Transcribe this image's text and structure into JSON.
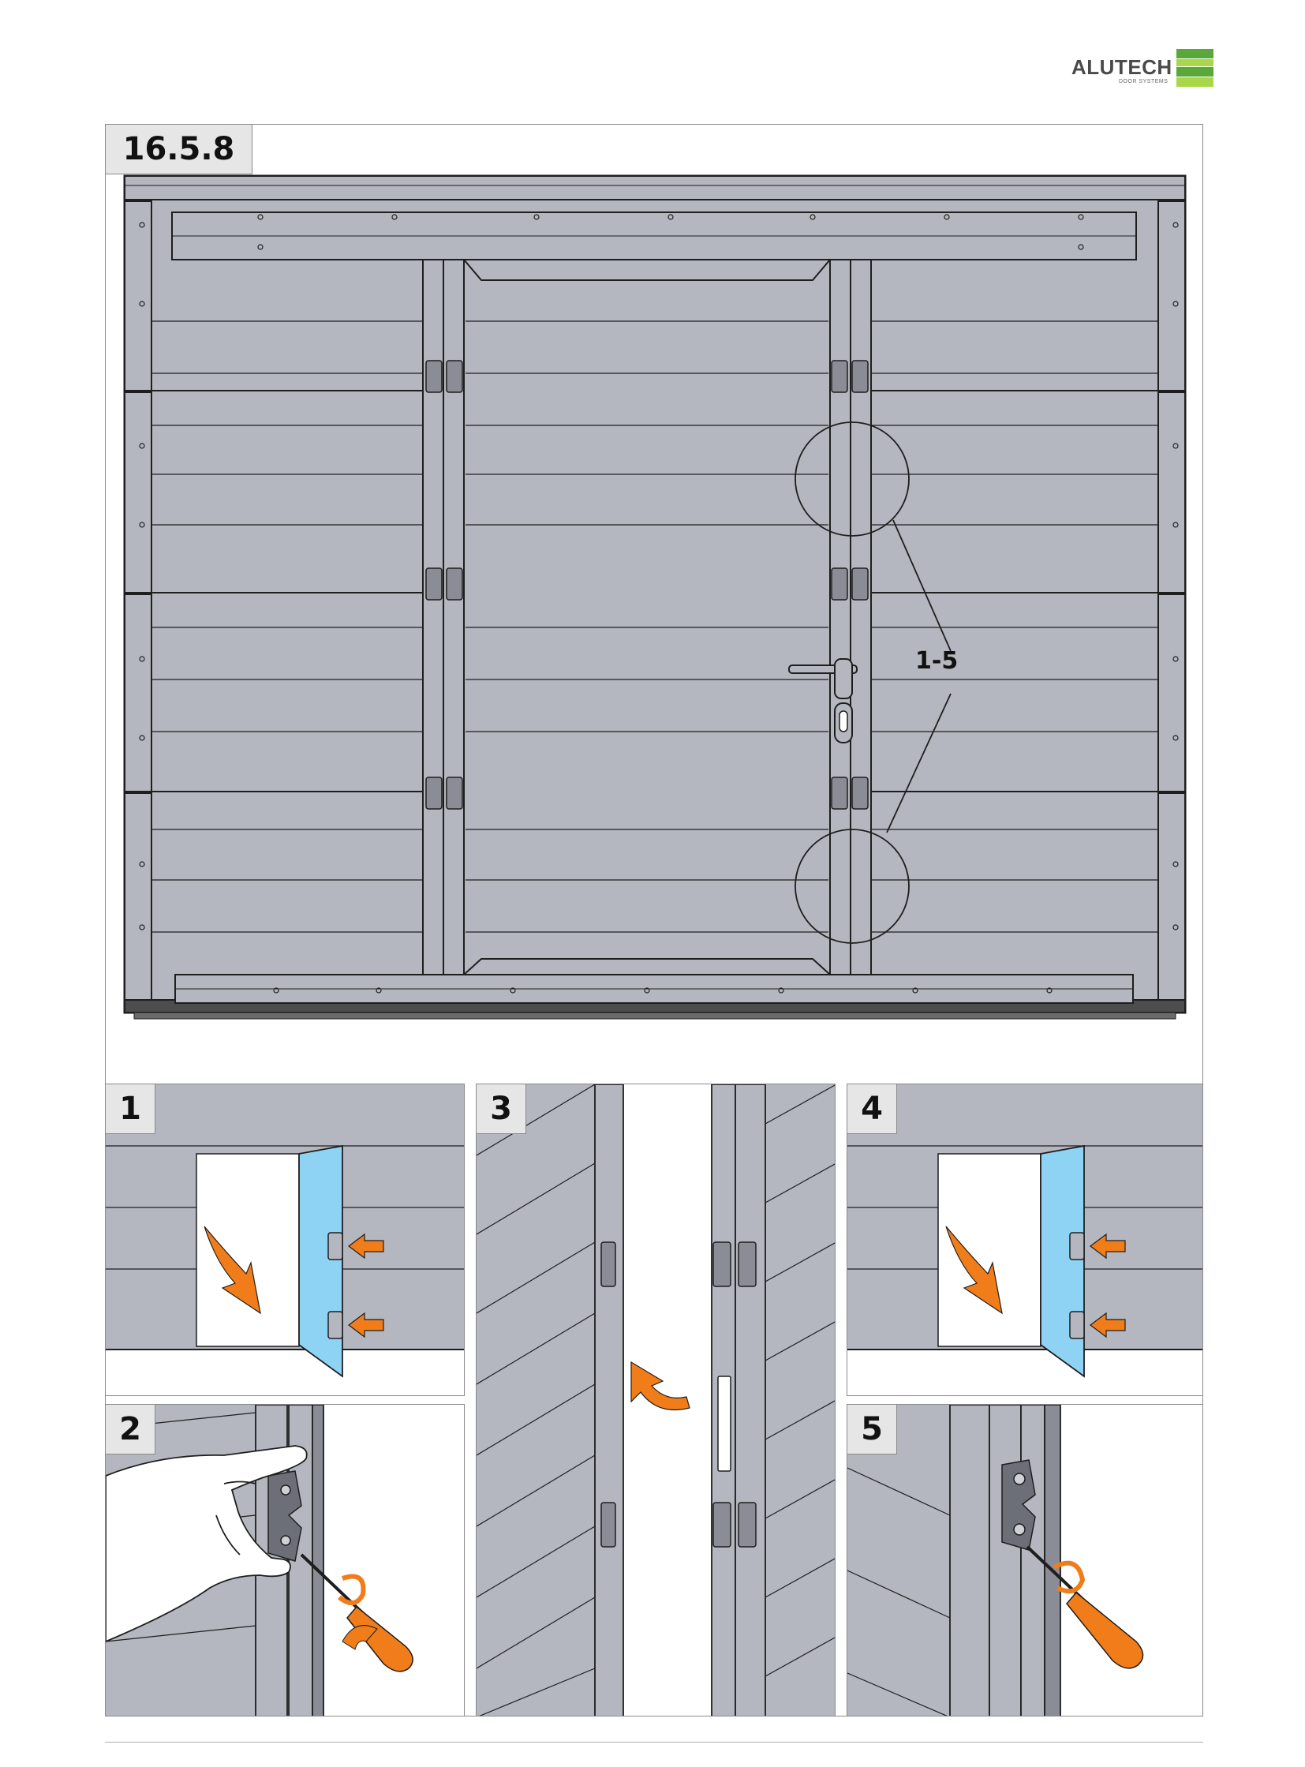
{
  "brand": {
    "name": "ALUTECH",
    "tagline": "DOOR SYSTEMS",
    "colors": {
      "bar_dark": "#5aa83a",
      "bar_light": "#a8d84a",
      "bar_mid": "#7cc242"
    }
  },
  "section": {
    "number": "16.5.8"
  },
  "overview": {
    "callout_label": "1-5"
  },
  "steps": [
    {
      "label": "1"
    },
    {
      "label": "2"
    },
    {
      "label": "3"
    },
    {
      "label": "4"
    },
    {
      "label": "5"
    }
  ],
  "colors": {
    "panel_gray": "#b4b7bf",
    "line_dark": "#1e1e1e",
    "highlight_blue": "#8fd3f4",
    "arrow_orange": "#f07d1a"
  }
}
